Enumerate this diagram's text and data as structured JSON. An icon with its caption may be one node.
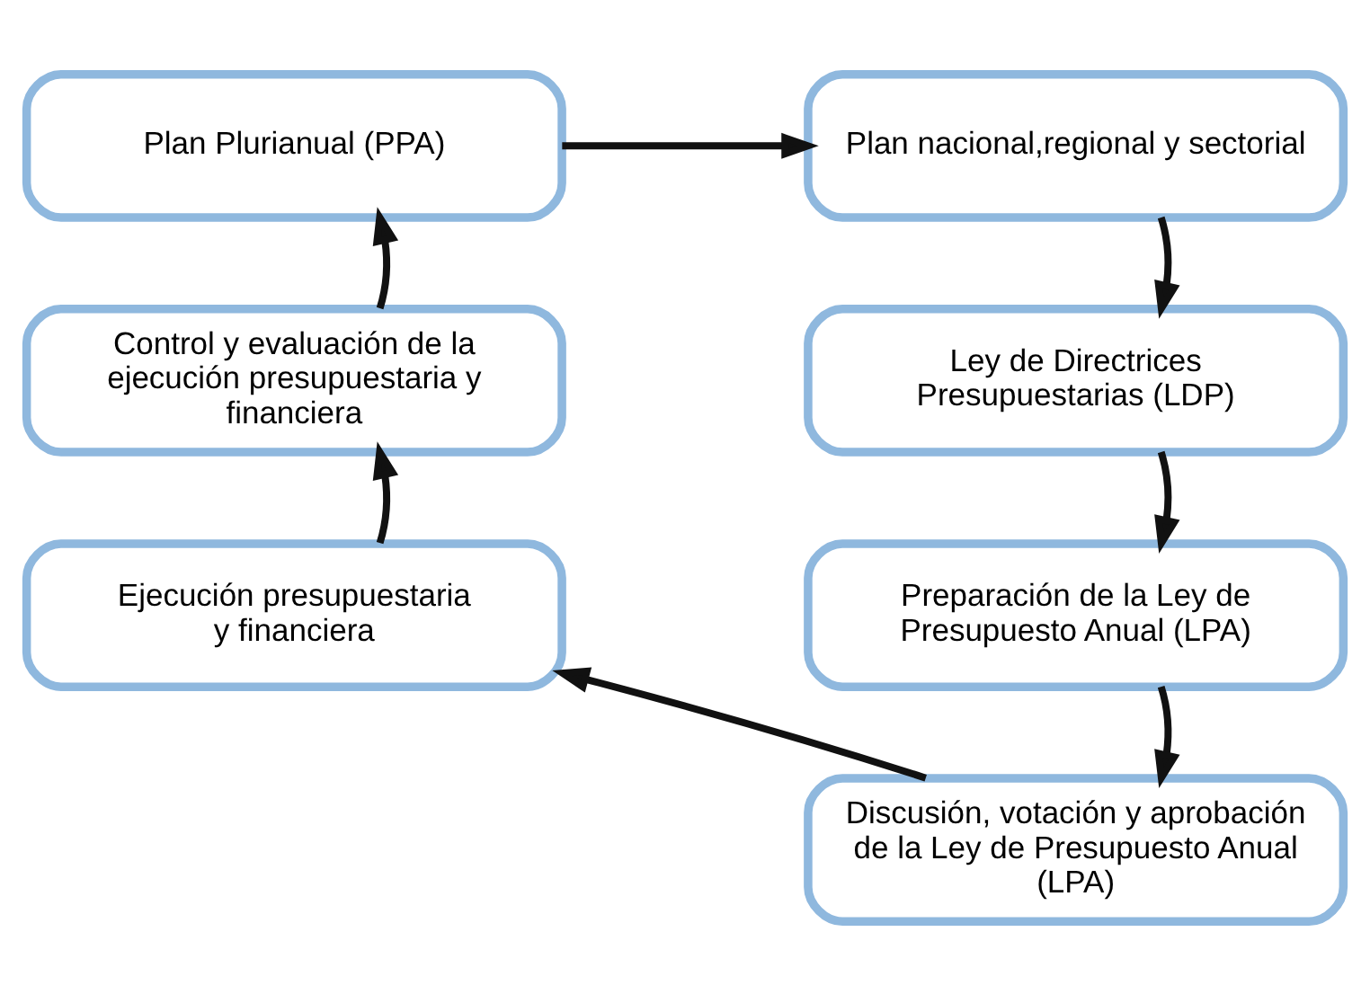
{
  "diagram": {
    "nodes": [
      {
        "text": [
          "Plan Plurianual (PPA)"
        ]
      },
      {
        "text": [
          "Plan nacional,regional y sectorial"
        ]
      },
      {
        "text": [
          "Ley de Directrices Presupuestarias (LDP)"
        ]
      },
      {
        "text": [
          "Preparación de la Ley de Presupuesto Anual (LPA)"
        ]
      },
      {
        "text": [
          "Discusión, votación y aprobación de la Ley de Presupuesto Anual (LPA)"
        ]
      },
      {
        "text": [
          "Ejecución presupuestaria y financiera"
        ]
      },
      {
        "text": [
          "Control y evaluación de la ejecución presupuestaria y financiera"
        ]
      }
    ],
    "edges": [
      {
        "from": 0,
        "to": 1,
        "arrow": "to"
      },
      {
        "from": 1,
        "to": 2,
        "arrow": "to"
      },
      {
        "from": 2,
        "to": 3,
        "arrow": "to"
      },
      {
        "from": 3,
        "to": 4,
        "arrow": "to"
      },
      {
        "from": 4,
        "to": 5,
        "arrow": "to"
      },
      {
        "from": 5,
        "to": 6,
        "arrow": "to"
      },
      {
        "from": 6,
        "to": 0,
        "arrow": "to"
      }
    ]
  }
}
